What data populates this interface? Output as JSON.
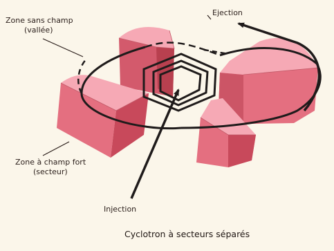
{
  "labels": {
    "valley": {
      "line1": "Zone sans champ",
      "line2": "(vallée)"
    },
    "ejection": "Ejection",
    "sector": {
      "line1": "Zone à champ fort",
      "line2": "(secteur)"
    },
    "injection": "Injection"
  },
  "caption": "Cyclotron à secteurs séparés",
  "colors": {
    "background": "#fbf6ea",
    "sector_top": "#f6a9b5",
    "sector_side_light": "#e7707f",
    "sector_side_dark": "#c8495b",
    "orbit": "#1f1b1b"
  }
}
